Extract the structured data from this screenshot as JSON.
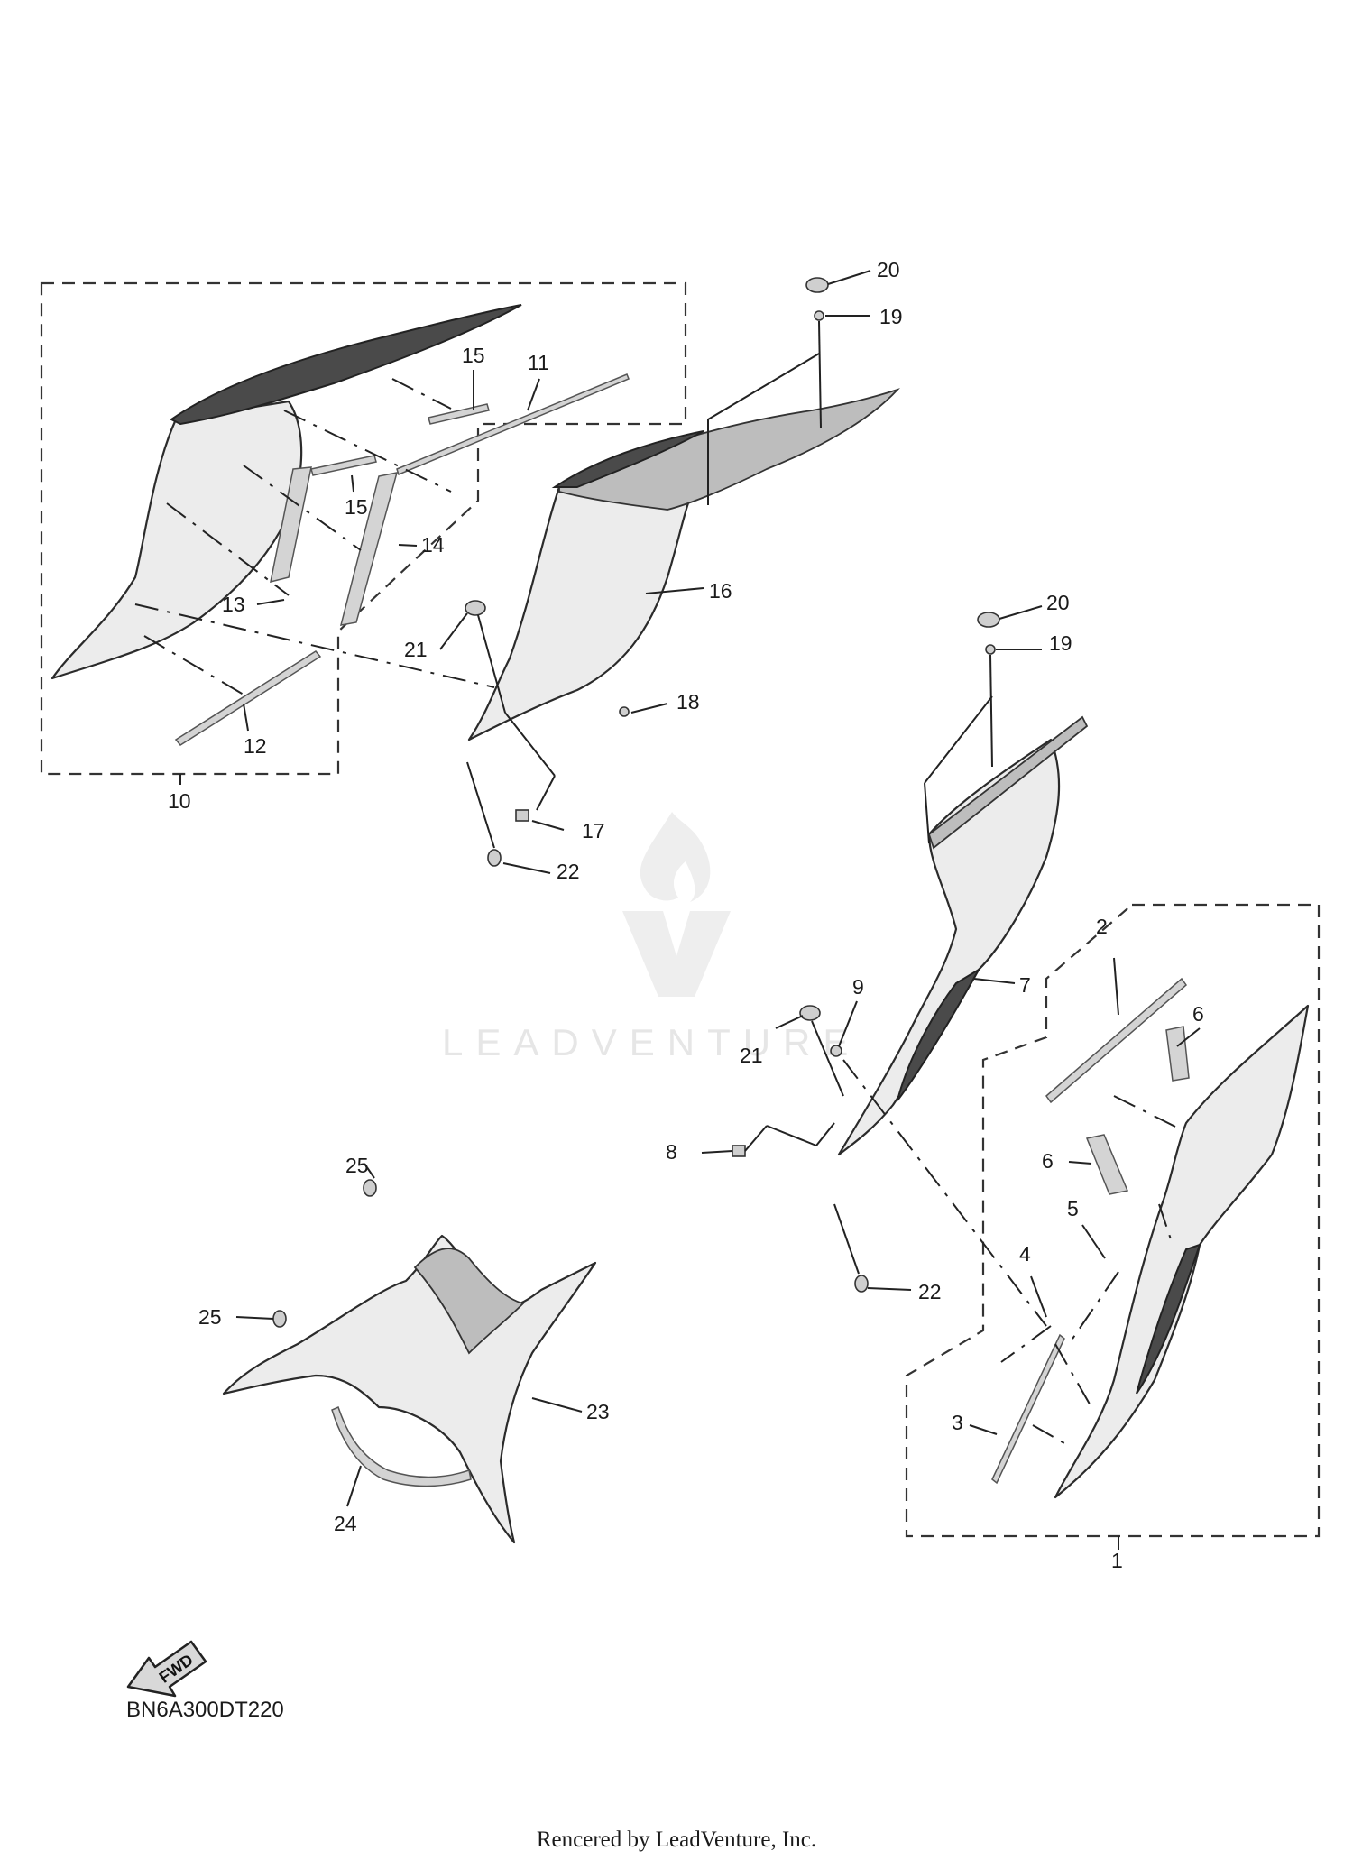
{
  "diagram": {
    "callouts": [
      "1",
      "2",
      "3",
      "4",
      "5",
      "6",
      "6",
      "7",
      "8",
      "9",
      "10",
      "11",
      "12",
      "13",
      "14",
      "15",
      "15",
      "16",
      "17",
      "18",
      "19",
      "19",
      "20",
      "20",
      "21",
      "21",
      "22",
      "22",
      "23",
      "24",
      "25",
      "25"
    ],
    "fwd_label": "FWD",
    "watermark": "LEADVENTURE",
    "diagram_code": "BN6A300DT220"
  },
  "footer": {
    "text": "Rencered by LeadVenture, Inc."
  }
}
